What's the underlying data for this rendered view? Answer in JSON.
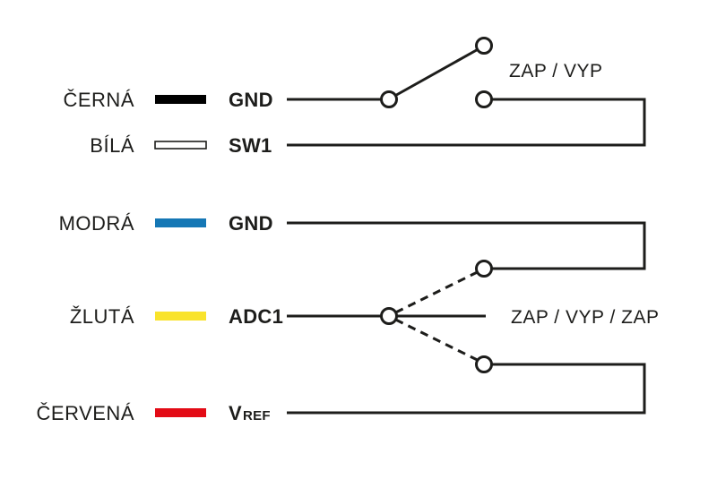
{
  "diagram": {
    "ink_color": "#1d1d1b",
    "rows": [
      {
        "color_label": "ČERNÁ",
        "signal": "GND",
        "swatch_color": "#000000"
      },
      {
        "color_label": "BÍLÁ",
        "signal": "SW1",
        "swatch_color": "#ffffff"
      },
      {
        "color_label": "MODRÁ",
        "signal": "GND",
        "swatch_color": "#1577b5"
      },
      {
        "color_label": "ŽLUTÁ",
        "signal": "ADC1",
        "swatch_color": "#f9e32c"
      },
      {
        "color_label": "ČERVENÁ",
        "signal": "V",
        "signal_subscript": "REF",
        "swatch_color": "#e30b16"
      }
    ],
    "switch1": {
      "label": "ZAP / VYP"
    },
    "switch2": {
      "label": "ZAP / VYP / ZAP"
    }
  }
}
